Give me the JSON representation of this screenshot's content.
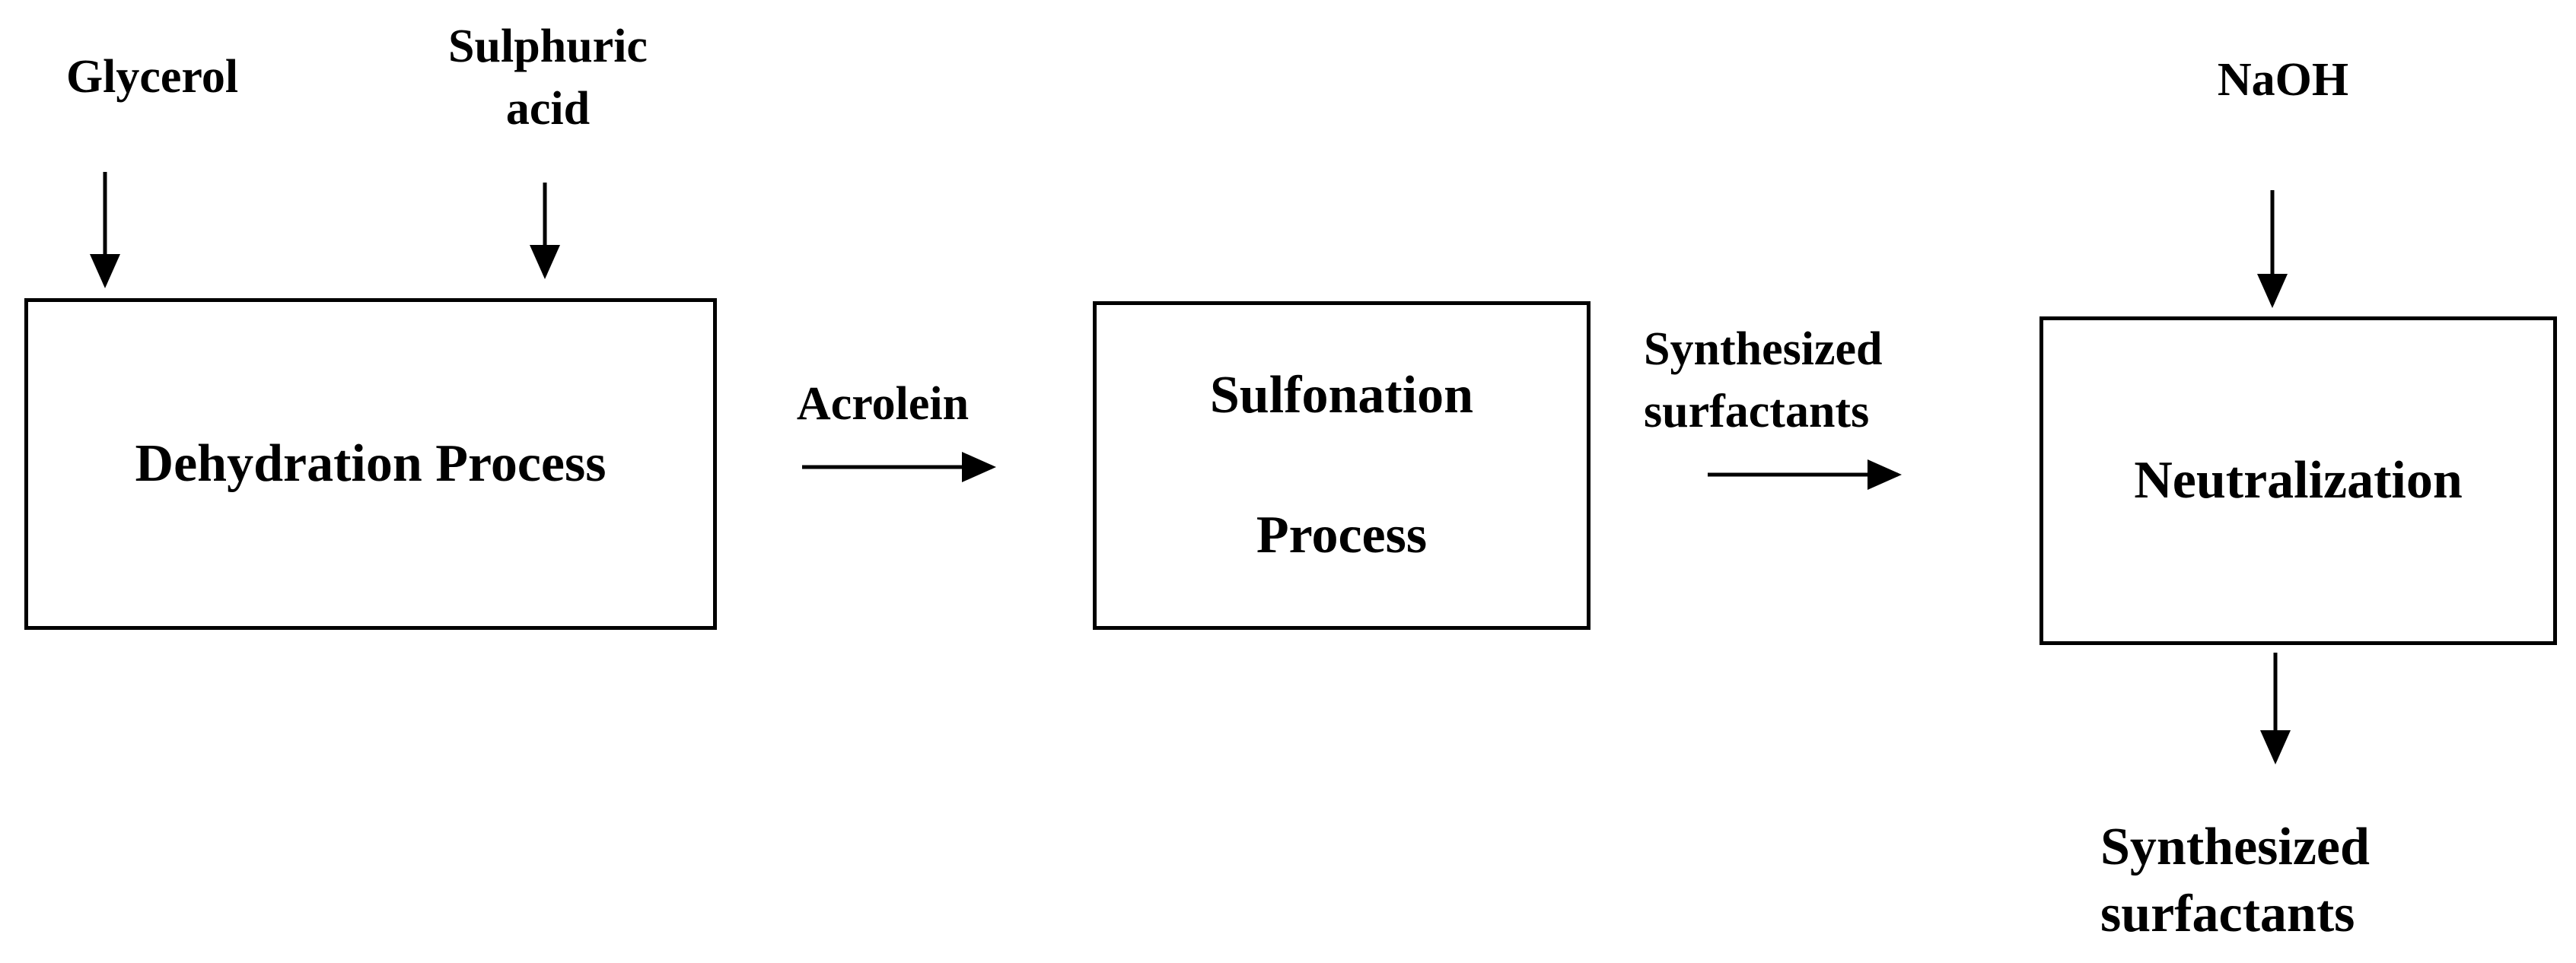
{
  "inputs": {
    "glycerol": "Glycerol",
    "sulphuric_acid_line1": "Sulphuric",
    "sulphuric_acid_line2": "acid",
    "naoh": "NaOH"
  },
  "processes": {
    "dehydration": "Dehydration Process",
    "sulfonation_line1": "Sulfonation",
    "sulfonation_line2": "Process",
    "neutralization": "Neutralization"
  },
  "streams": {
    "acrolein": "Acrolein",
    "intermediate_line1": "Synthesized",
    "intermediate_line2": "surfactants",
    "output_line1": "Synthesized",
    "output_line2": "surfactants"
  }
}
